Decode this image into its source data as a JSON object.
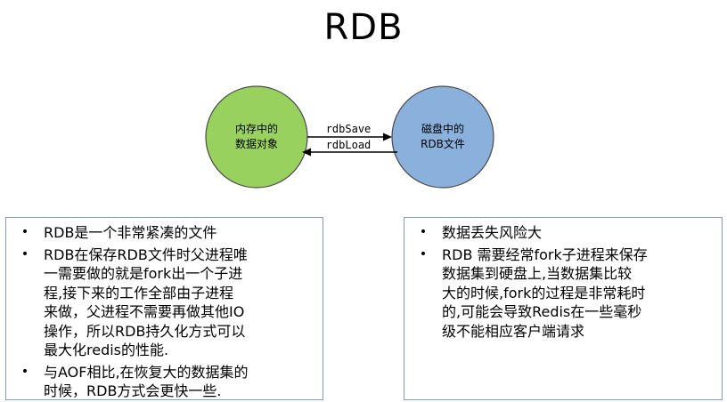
{
  "title": "RDB",
  "diagram": {
    "memory_node": [
      "内存中的",
      "数据对象"
    ],
    "disk_node": [
      "磁盘中的",
      "RDB文件"
    ],
    "arrow_save": "rdbSave",
    "arrow_load": "rdbLoad",
    "colors": {
      "memory_fill": "#99d15f",
      "disk_fill": "#8ab0dc",
      "stroke": "#4a4a4a"
    }
  },
  "left_box": {
    "items": [
      "RDB是一个非常紧凑的文件",
      [
        "RDB在保存RDB文件时父进程唯",
        "一需要做的就是fork出一个子进",
        "程,接下来的工作全部由子进程",
        "来做，父进程不需要再做其他IO",
        "操作，所以RDB持久化方式可以",
        "最大化redis的性能."
      ],
      [
        "与AOF相比,在恢复大的数据集的",
        "时候，RDB方式会更快一些."
      ]
    ]
  },
  "right_box": {
    "items": [
      "数据丢失风险大",
      [
        "RDB 需要经常fork子进程来保存",
        "数据集到硬盘上,当数据集比较",
        "大的时候,fork的过程是非常耗时",
        "的,可能会导致Redis在一些毫秒",
        "级不能相应客户端请求"
      ]
    ]
  },
  "bullet_char": "•"
}
